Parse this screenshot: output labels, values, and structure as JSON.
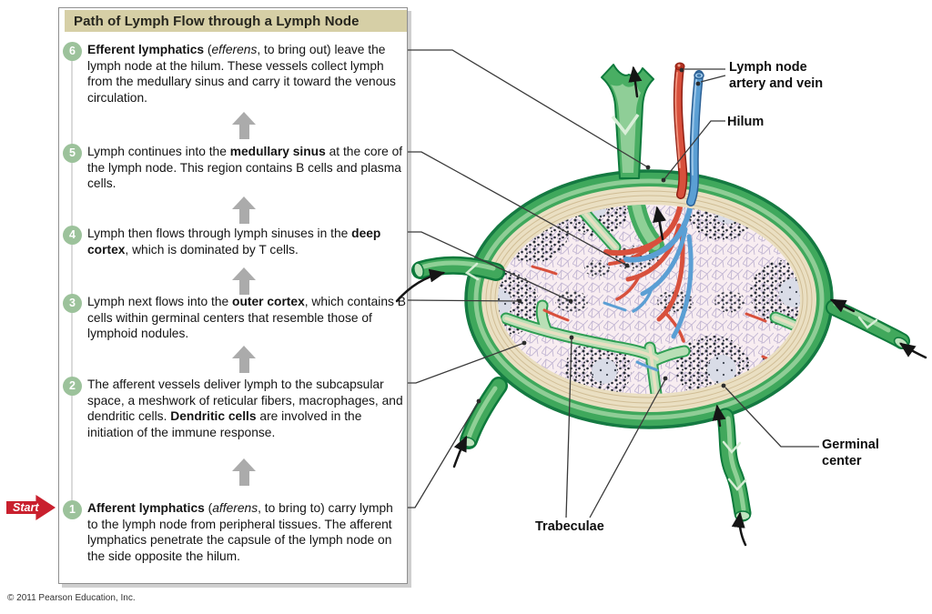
{
  "title": "Path of Lymph Flow through a Lymph Node",
  "start_label": "Start",
  "copyright": "© 2011 Pearson Education, Inc.",
  "panel": {
    "steps": [
      {
        "num": 6,
        "segments": [
          {
            "t": "Efferent lymphatics",
            "b": true
          },
          {
            "t": " ("
          },
          {
            "t": "efferens",
            "i": true
          },
          {
            "t": ", to bring out) leave the lymph node at the hilum. These vessels collect lymph from the medullary sinus and carry it toward the venous circulation."
          }
        ]
      },
      {
        "num": 5,
        "segments": [
          {
            "t": "Lymph continues into the "
          },
          {
            "t": "medullary sinus",
            "b": true
          },
          {
            "t": " at the core of the lymph node. This region contains B cells and plasma cells."
          }
        ]
      },
      {
        "num": 4,
        "segments": [
          {
            "t": "Lymph then flows through lymph sinuses in the "
          },
          {
            "t": "deep cortex",
            "b": true
          },
          {
            "t": ", which is dominated by T cells."
          }
        ]
      },
      {
        "num": 3,
        "segments": [
          {
            "t": "Lymph next flows into the "
          },
          {
            "t": "outer cortex",
            "b": true
          },
          {
            "t": ", which contains B cells within germinal centers that resemble those of lymphoid nodules."
          }
        ]
      },
      {
        "num": 2,
        "segments": [
          {
            "t": "The afferent vessels deliver lymph to the subcapsular space, a meshwork of reticular fibers, macrophages, and dendritic cells. "
          },
          {
            "t": "Dendritic cells",
            "b": true
          },
          {
            "t": " are involved in the initiation of the immune response."
          }
        ]
      },
      {
        "num": 1,
        "segments": [
          {
            "t": "Afferent lymphatics",
            "b": true
          },
          {
            "t": " ("
          },
          {
            "t": "afferens",
            "i": true
          },
          {
            "t": ", to bring to) carry lymph to the lymph node from peripheral tissues. The afferent lymphatics penetrate the capsule of the lymph node on the side opposite the hilum."
          }
        ]
      }
    ]
  },
  "diagram": {
    "labels": {
      "artery_vein": "Lymph node artery and vein",
      "hilum": "Hilum",
      "germinal_center": "Germinal center",
      "trabeculae": "Trabeculae"
    }
  },
  "icons": {
    "flow-up-arrow": "gray upward block arrow between steps",
    "start-arrow": "red rightward block arrow",
    "lymph-flow-arrow": "black curved arrow showing lymph direction"
  },
  "colors": {
    "title_bar_bg": "#D6CFA6",
    "step_badge_green": "#9CC29B",
    "flow_arrow_gray": "#ABABAB",
    "start_arrow_red": "#C9202E",
    "vessel_green": "#41A85C",
    "vessel_green_dark": "#0E7A3C",
    "vessel_green_light": "#BFE4BE",
    "capsule_green": "#3FA85C",
    "capsule_fiber_cream": "#EADFC2",
    "cortex_pink": "#F8EDF1",
    "reticular_mesh_lavender": "#AC9FC6",
    "lymphocyte_dots": "#262C35",
    "germinal_center_fill": "#D9DCE7",
    "artery_red": "#D8503C",
    "vein_blue": "#5B9FD4",
    "leader_line": "#3A3A3A"
  }
}
